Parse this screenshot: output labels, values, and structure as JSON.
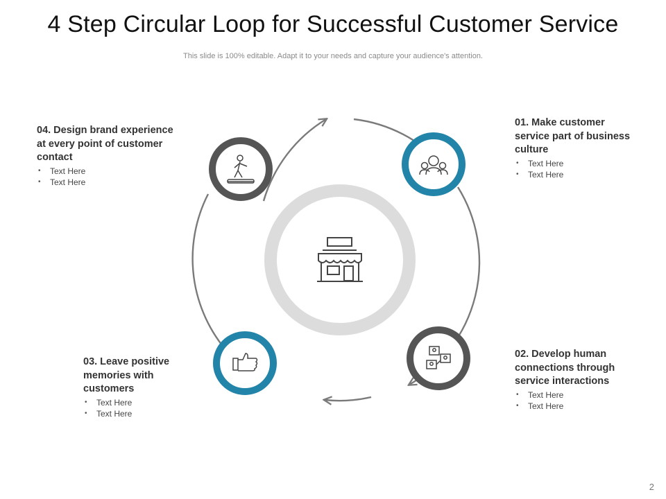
{
  "title": "4 Step Circular Loop for Successful Customer Service",
  "subtitle": "This slide is 100% editable. Adapt it to your needs and capture your audience's attention.",
  "steps": [
    {
      "heading": "01. Make customer service part of business culture",
      "bullets": [
        "Text Here",
        "Text Here"
      ],
      "icon": "people-group-icon",
      "ring_color": "#2184a8"
    },
    {
      "heading": "02. Develop human connections through service interactions",
      "bullets": [
        "Text Here",
        "Text Here"
      ],
      "icon": "connected-users-icon",
      "ring_color": "#555555"
    },
    {
      "heading": "03. Leave positive memories with customers",
      "bullets": [
        "Text Here",
        "Text Here"
      ],
      "icon": "thumbs-up-icon",
      "ring_color": "#2184a8"
    },
    {
      "heading": "04. Design brand experience at every point of customer contact",
      "bullets": [
        "Text Here",
        "Text Here"
      ],
      "icon": "person-walking-icon",
      "ring_color": "#555555"
    }
  ],
  "center_icon": "storefront-icon",
  "colors": {
    "accent": "#2184a8",
    "dark": "#555555",
    "hub": "#dedede",
    "arc": "#7a7a7a"
  },
  "page_number": "2"
}
